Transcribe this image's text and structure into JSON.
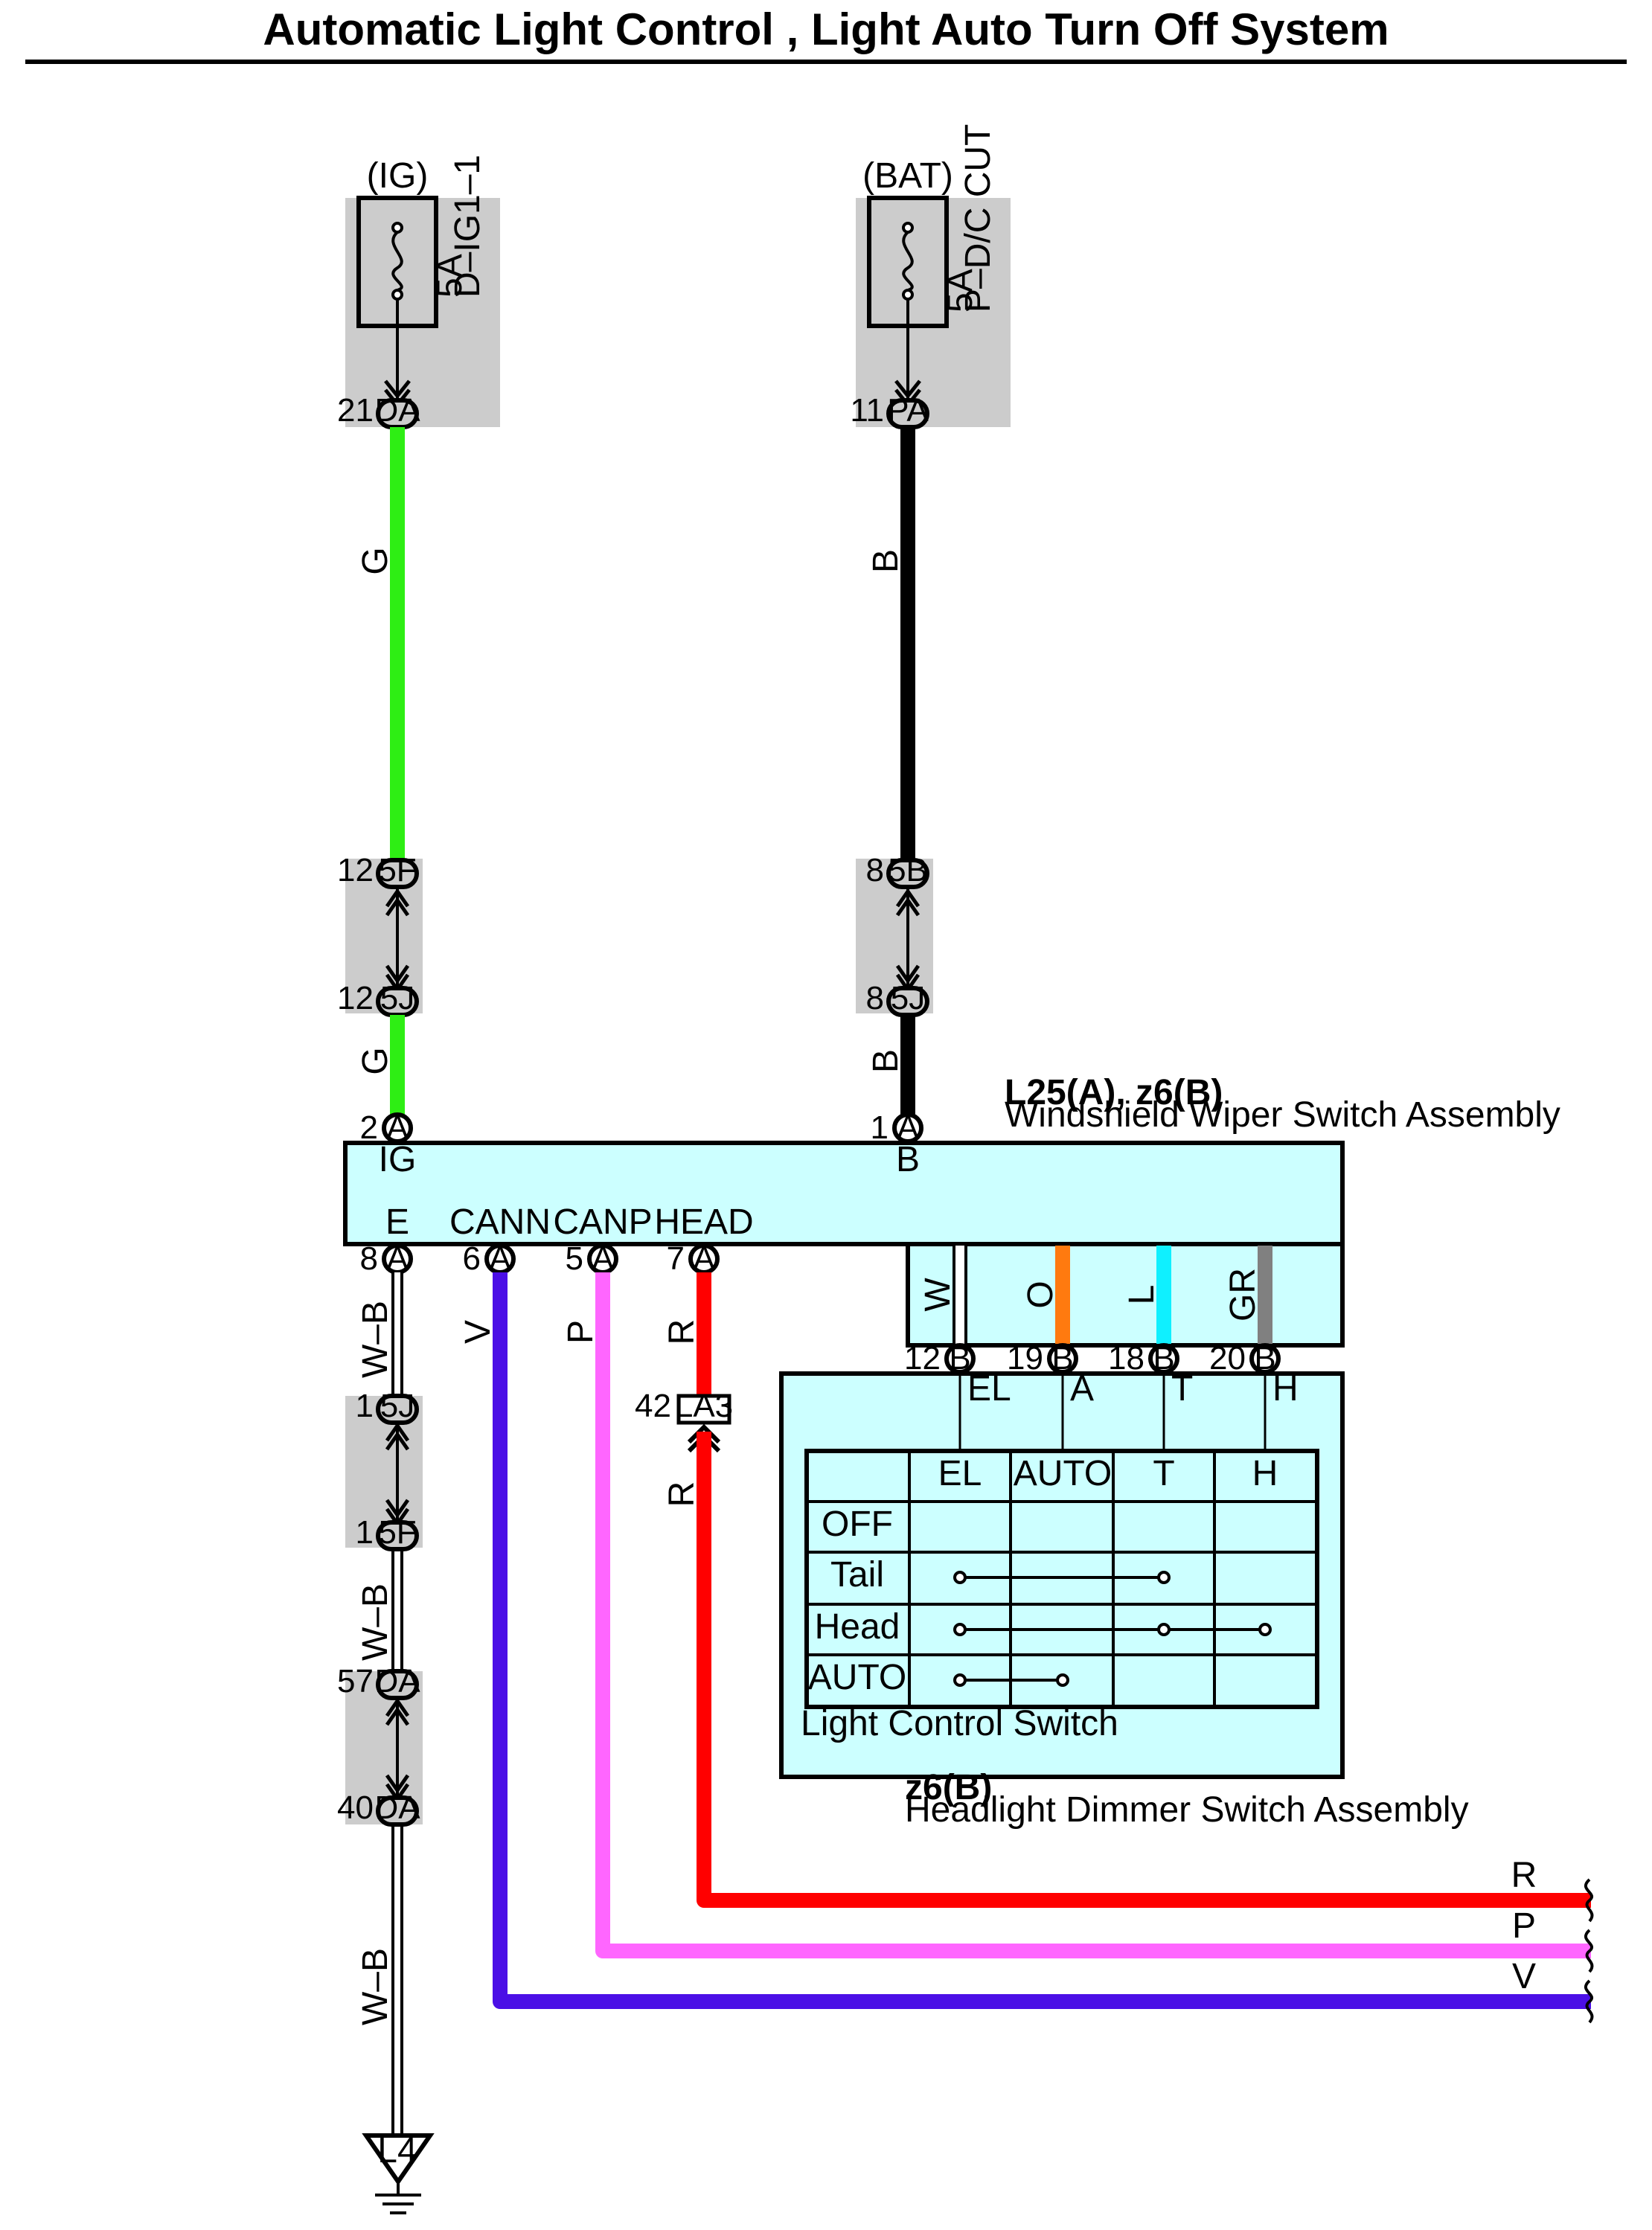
{
  "title": "Automatic Light Control , Light Auto Turn Off System",
  "colors": {
    "G": "#2eee14",
    "B": "#000000",
    "R": "#ff0000",
    "P": "#ff66ff",
    "V": "#4b0fe6",
    "O": "#ff7a0f",
    "L": "#0ff0ff",
    "GR": "#808080",
    "component_fill": "#ccffff",
    "connector_fill": "#cccccc"
  },
  "fuses": [
    {
      "source": "(IG)",
      "rating": "5A",
      "name": "D–IG1–1",
      "pin": "21",
      "connector": "DA"
    },
    {
      "source": "(BAT)",
      "rating": "5A",
      "name": "P–D/C CUT",
      "pin": "11",
      "connector": "PA"
    }
  ],
  "junctions": {
    "ig_top": {
      "pin": "12",
      "connector": "5F"
    },
    "ig_bottom": {
      "pin": "12",
      "connector": "5J"
    },
    "bat_top": {
      "pin": "8",
      "connector": "5B"
    },
    "bat_bottom": {
      "pin": "8",
      "connector": "5J"
    },
    "e_1_top": {
      "pin": "1",
      "connector": "5J"
    },
    "e_1_bottom": {
      "pin": "1",
      "connector": "5F"
    },
    "e_2_top": {
      "pin": "57",
      "connector": "DA"
    },
    "e_2_bottom": {
      "pin": "40",
      "connector": "DA"
    },
    "head_inline": {
      "pin": "42",
      "connector": "LA3"
    }
  },
  "wire_labels": {
    "ig_upper": "G",
    "ig_lower": "G",
    "bat_upper": "B",
    "bat_lower": "B",
    "e_1": "W–B",
    "e_2": "W–B",
    "e_3": "W–B",
    "cann": "V",
    "canp": "P",
    "head_upper": "R",
    "head_lower": "R",
    "w": "W",
    "o": "O",
    "l": "L",
    "gr": "GR"
  },
  "wiper_switch": {
    "code": "L25(A), z6(B)",
    "name": "Windshield Wiper Switch Assembly",
    "top_pins": [
      {
        "pin": "2",
        "connector": "A",
        "terminal": "IG"
      },
      {
        "pin": "1",
        "connector": "A",
        "terminal": "B"
      }
    ],
    "bottom_pins": [
      {
        "pin": "8",
        "connector": "A",
        "terminal": "E"
      },
      {
        "pin": "6",
        "connector": "A",
        "terminal": "CANN"
      },
      {
        "pin": "5",
        "connector": "A",
        "terminal": "CANP"
      },
      {
        "pin": "7",
        "connector": "A",
        "terminal": "HEAD"
      }
    ],
    "sub_pins": [
      {
        "pin": "12",
        "connector": "B",
        "terminal": "EL"
      },
      {
        "pin": "19",
        "connector": "B",
        "terminal": "A"
      },
      {
        "pin": "18",
        "connector": "B",
        "terminal": "T"
      },
      {
        "pin": "20",
        "connector": "B",
        "terminal": "H"
      }
    ]
  },
  "dimmer_switch": {
    "code": "z6(B)",
    "name": "Headlight Dimmer Switch Assembly",
    "switch_label": "Light Control Switch",
    "columns": [
      "EL",
      "AUTO",
      "T",
      "H"
    ],
    "rows": [
      "OFF",
      "Tail",
      "Head",
      "AUTO"
    ]
  },
  "ground": {
    "name": "L4"
  },
  "outputs": [
    "R",
    "P",
    "V"
  ]
}
